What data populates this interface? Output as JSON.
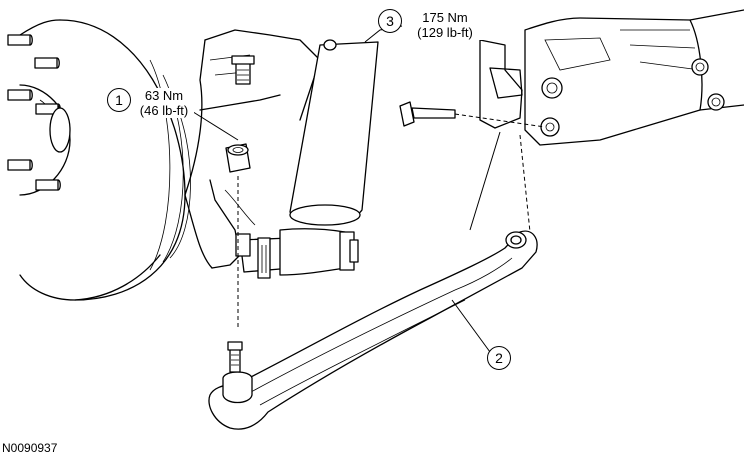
{
  "callouts": [
    {
      "number": "1",
      "torque_nm": "63 Nm",
      "torque_lbft": "(46 lb-ft)"
    },
    {
      "number": "2"
    },
    {
      "number": "3",
      "torque_nm": "175 Nm",
      "torque_lbft": "(129 lb-ft)"
    }
  ],
  "figure_id": "N0090937"
}
